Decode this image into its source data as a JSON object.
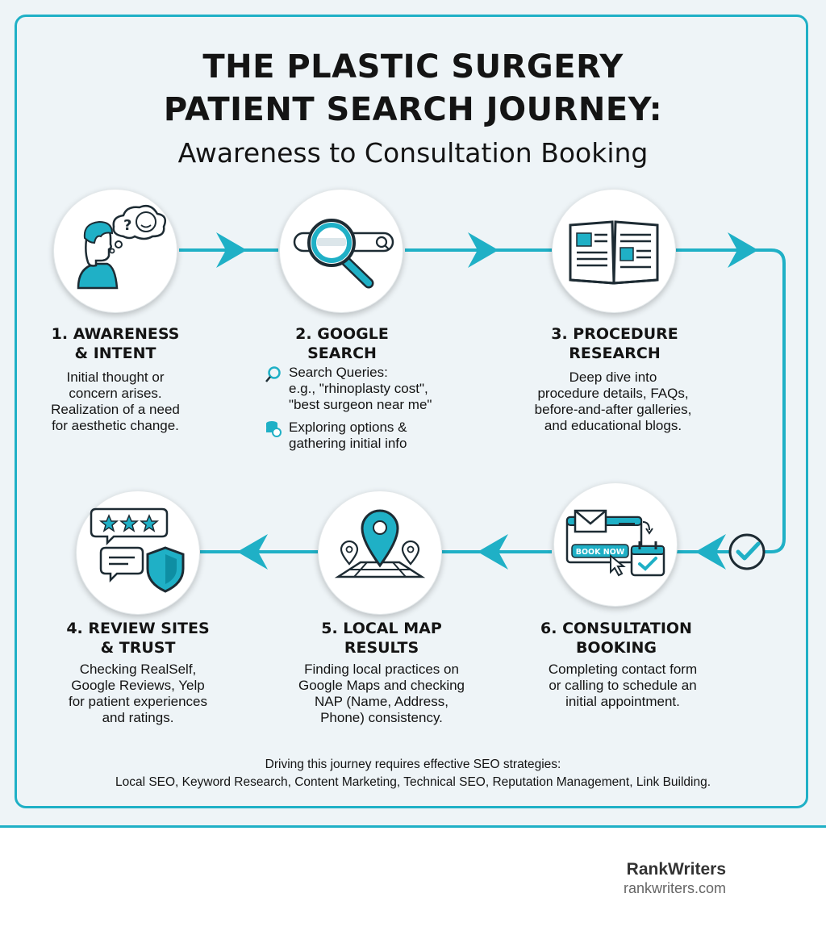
{
  "header": {
    "title_line1": "THE PLASTIC SURGERY",
    "title_line2": "PATIENT SEARCH JOURNEY:",
    "subtitle": "Awareness to Consultation Booking"
  },
  "steps": [
    {
      "title": [
        "1. AWARENESS",
        "& INTENT"
      ],
      "icon": "thinking-person-icon",
      "desc": [
        "Initial thought or",
        "concern arises.",
        "Realization of a need",
        "for aesthetic change."
      ]
    },
    {
      "title": [
        "2. GOOGLE",
        "SEARCH"
      ],
      "icon": "magnifier-search-bar-icon",
      "bullets": [
        {
          "icon": "search-icon",
          "lines": [
            "Search Queries:",
            "e.g., \"rhinoplasty cost\",",
            "\"best surgeon near me\""
          ]
        },
        {
          "icon": "info-stack-icon",
          "lines": [
            "Exploring options &",
            "gathering initial info"
          ]
        }
      ]
    },
    {
      "title": [
        "3. PROCEDURE",
        "RESEARCH"
      ],
      "icon": "open-book-icon",
      "desc": [
        "Deep dive into",
        "procedure details, FAQs,",
        "before-and-after galleries,",
        "and educational blogs."
      ]
    },
    {
      "title": [
        "4. REVIEW SITES",
        "& TRUST"
      ],
      "icon": "reviews-shield-icon",
      "desc": [
        "Checking RealSelf,",
        "Google Reviews, Yelp",
        "for patient experiences",
        "and ratings."
      ]
    },
    {
      "title": [
        "5. LOCAL MAP",
        "RESULTS"
      ],
      "icon": "map-pin-icon",
      "desc": [
        "Finding local practices on",
        "Google Maps and checking",
        "NAP (Name, Address,",
        "Phone) consistency."
      ]
    },
    {
      "title": [
        "6. CONSULTATION",
        "BOOKING"
      ],
      "icon": "booking-calendar-icon",
      "button_text": "BOOK NOW",
      "desc": [
        "Completing contact form",
        "or calling to schedule an",
        "initial appointment."
      ]
    }
  ],
  "footer": {
    "line1": "Driving this journey requires effective SEO strategies:",
    "line2": "Local SEO, Keyword Research, Content Marketing, Technical SEO, Reputation Management, Link Building."
  },
  "brand": {
    "name": "RankWriters",
    "url": "rankwriters.com"
  },
  "colors": {
    "accent": "#1fb0c6",
    "dark": "#1d2b33",
    "background": "#eef4f7"
  }
}
